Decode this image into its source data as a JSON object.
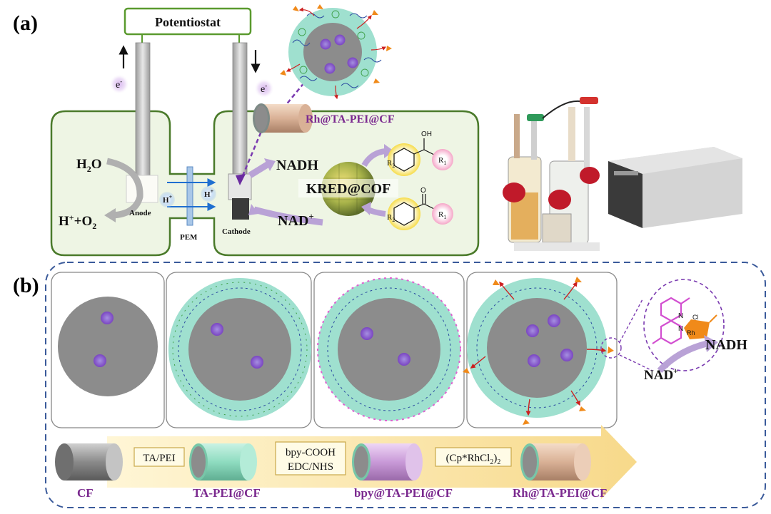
{
  "panel_a": {
    "label": "(a)",
    "potentiostat": "Potentiostat",
    "electron": "e",
    "electron_sup": "-",
    "water": {
      "main": "H",
      "sub": "2",
      "tail": "O"
    },
    "products": {
      "a": "H",
      "a_sup": "+",
      "b": "+O",
      "b_sub": "2"
    },
    "proton": {
      "main": "H",
      "sup": "+"
    },
    "anode": "Anode",
    "pem": "PEM",
    "cathode": "Cathode",
    "nadh": "NADH",
    "nad": {
      "main": "NAD",
      "sup": "+"
    },
    "kred": "KRED@COF",
    "electrode_label": "Rh@TA-PEI@CF",
    "r1": "R",
    "r1_sub": "1",
    "r2": "R",
    "r2_sub": "2",
    "oh": "OH",
    "o": "O"
  },
  "panel_b": {
    "label": "(b)",
    "steps": [
      {
        "line1": "TA/PEI",
        "line2": ""
      },
      {
        "line1": "bpy-COOH",
        "line2": "EDC/NHS"
      },
      {
        "line1": "(Cp*RhCl",
        "sub": "2",
        "line2tail": ")",
        "sub2": "2"
      }
    ],
    "stages": [
      "CF",
      "TA-PEI@CF",
      "bpy@TA-PEI@CF",
      "Rh@TA-PEI@CF"
    ],
    "nadh": "NADH",
    "nad": {
      "main": "NAD",
      "sup": "+"
    },
    "rh_label": "Rh",
    "cl_label": "Cl",
    "n_label": "N"
  },
  "colors": {
    "cell_fill": "#eef5e4",
    "cell_border": "#4a7a2a",
    "core": "#8c8c8c",
    "shell": "#9fe0cf",
    "electron": "#9b3fc4",
    "purple_text": "#7b2a8f",
    "dash_border": "#3a5a9a"
  }
}
